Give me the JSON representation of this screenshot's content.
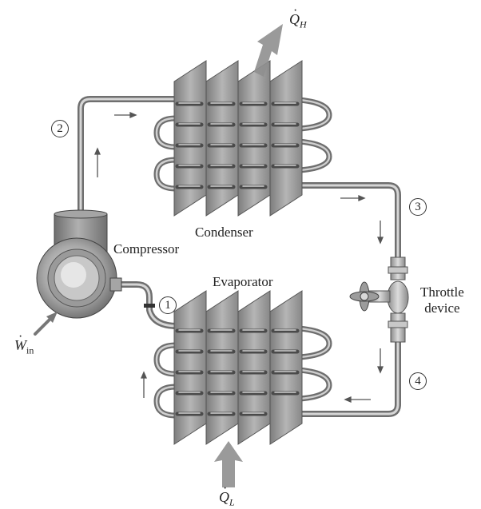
{
  "labels": {
    "condenser": "Condenser",
    "compressor": "Compressor",
    "evaporator": "Evaporator",
    "throttle_line1": "Throttle",
    "throttle_line2": "device"
  },
  "states": {
    "s1": "1",
    "s2": "2",
    "s3": "3",
    "s4": "4"
  },
  "heat": {
    "qh_symbol": "Q",
    "qh_sub": "H",
    "ql_symbol": "Q",
    "ql_sub": "L",
    "w_symbol": "W",
    "w_sub": "in"
  },
  "colors": {
    "pipe": "#8d8d8d",
    "fin": "#9c9c9c",
    "coil": "#a8a8a8",
    "heat_arrow": "#909090",
    "flow_arrow": "#555555"
  }
}
